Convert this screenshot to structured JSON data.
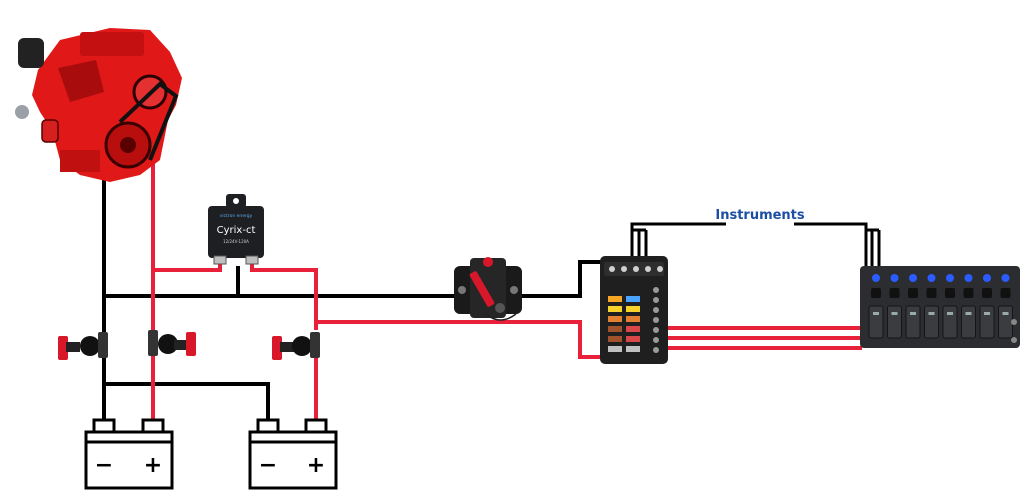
{
  "diagram": {
    "instruments_label": "Instruments",
    "relay": {
      "brand": "victron energy",
      "model": "Cyrix-ct",
      "spec": "12/24V-120A"
    },
    "battery_1": {
      "minus": "−",
      "plus": "+"
    },
    "battery_2": {
      "minus": "−",
      "plus": "+"
    },
    "colors": {
      "positive_wire": "#e8203a",
      "negative_wire": "#000000",
      "engine": "#e01818",
      "switch_knob": "#d8182a",
      "instruments_label": "#1c4fa3",
      "panel_led": "#2a5cff"
    }
  }
}
